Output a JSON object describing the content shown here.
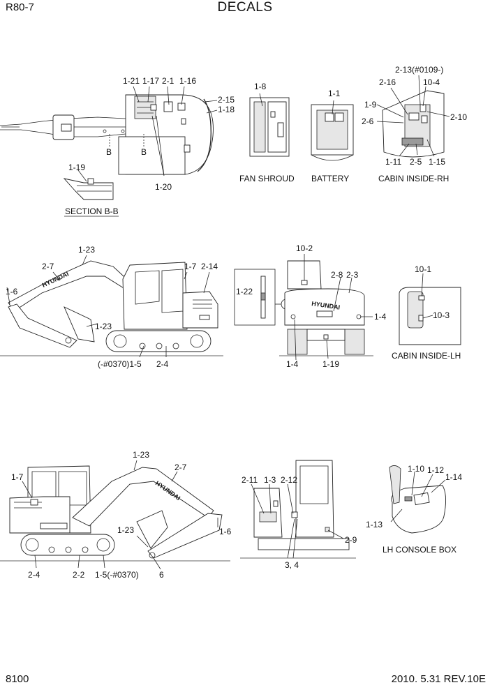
{
  "header": {
    "model": "R80-7",
    "title": "DECALS"
  },
  "footer": {
    "page": "8100",
    "revision": "2010. 5.31  REV.10E"
  },
  "captions": {
    "fan_shroud": "FAN SHROUD",
    "battery": "BATTERY",
    "cabin_inside_rh": "CABIN INSIDE-RH",
    "section_bb": "SECTION B-B",
    "cabin_inside_lh": "CABIN INSIDE-LH",
    "lh_console_box": "LH CONSOLE BOX"
  },
  "brand": "HYUNDAI",
  "top_view_labels": [
    "1-21",
    "1-17",
    "2-1",
    "1-16",
    "2-15",
    "1-18",
    "B",
    "B",
    "1-20"
  ],
  "section_labels": [
    "1-19"
  ],
  "fan_shroud_labels": [
    "1-8"
  ],
  "battery_labels": [
    "1-1"
  ],
  "cabin_rh_labels": [
    "2-13(#0109-)",
    "2-16",
    "10-4",
    "1-9",
    "2-10",
    "2-6",
    "1-11",
    "2-5",
    "1-15"
  ],
  "side_right_labels": [
    "1-23",
    "2-7",
    "1-7",
    "2-14",
    "1-6",
    "1-23",
    "(-#0370)1-5",
    "2-4"
  ],
  "pen_labels": [
    "1-22"
  ],
  "rear_labels": [
    "10-2",
    "2-8",
    "2-3",
    "1-4",
    "1-4",
    "1-19"
  ],
  "cabin_lh_labels": [
    "10-1",
    "10-3"
  ],
  "side_left_labels": [
    "1-23",
    "2-7",
    "1-7",
    "1-23",
    "1-6",
    "2-4",
    "2-2",
    "1-5(-#0370)",
    "6"
  ],
  "front_labels": [
    "2-11",
    "1-3",
    "2-12",
    "2-9",
    "3, 4"
  ],
  "console_labels": [
    "1-10",
    "1-12",
    "1-14",
    "1-13"
  ]
}
